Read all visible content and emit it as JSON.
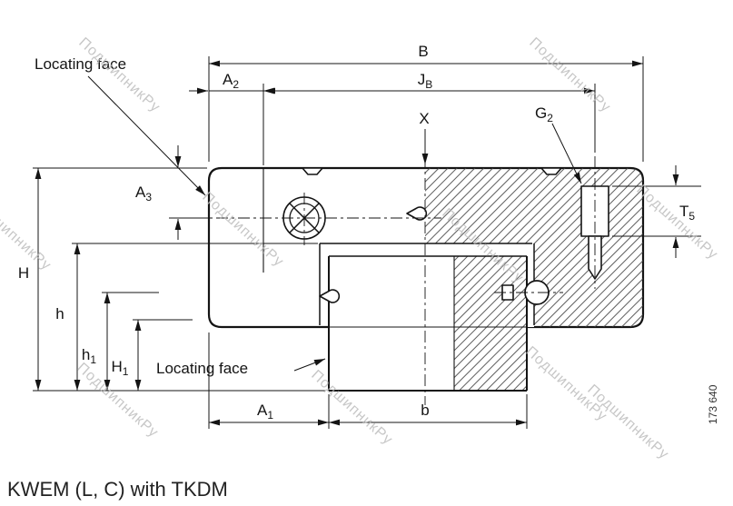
{
  "page": {
    "caption": "KWEM (L, C) with TKDM",
    "doc_number": "173 640",
    "watermark_text": "ПодшипникРу"
  },
  "labels": {
    "locating_face_top": "Locating face",
    "locating_face_bottom": "Locating face"
  },
  "dimensions": {
    "B": {
      "main": "B",
      "sub": ""
    },
    "A2": {
      "main": "A",
      "sub": "2"
    },
    "JB": {
      "main": "J",
      "sub": "B"
    },
    "X": {
      "main": "X",
      "sub": ""
    },
    "G2": {
      "main": "G",
      "sub": "2"
    },
    "T5": {
      "main": "T",
      "sub": "5"
    },
    "H": {
      "main": "H",
      "sub": ""
    },
    "h": {
      "main": "h",
      "sub": ""
    },
    "h1": {
      "main": "h",
      "sub": "1"
    },
    "H1": {
      "main": "H",
      "sub": "1"
    },
    "A3": {
      "main": "A",
      "sub": "3"
    },
    "A1": {
      "main": "A",
      "sub": "1"
    },
    "b": {
      "main": "b",
      "sub": ""
    }
  }
}
